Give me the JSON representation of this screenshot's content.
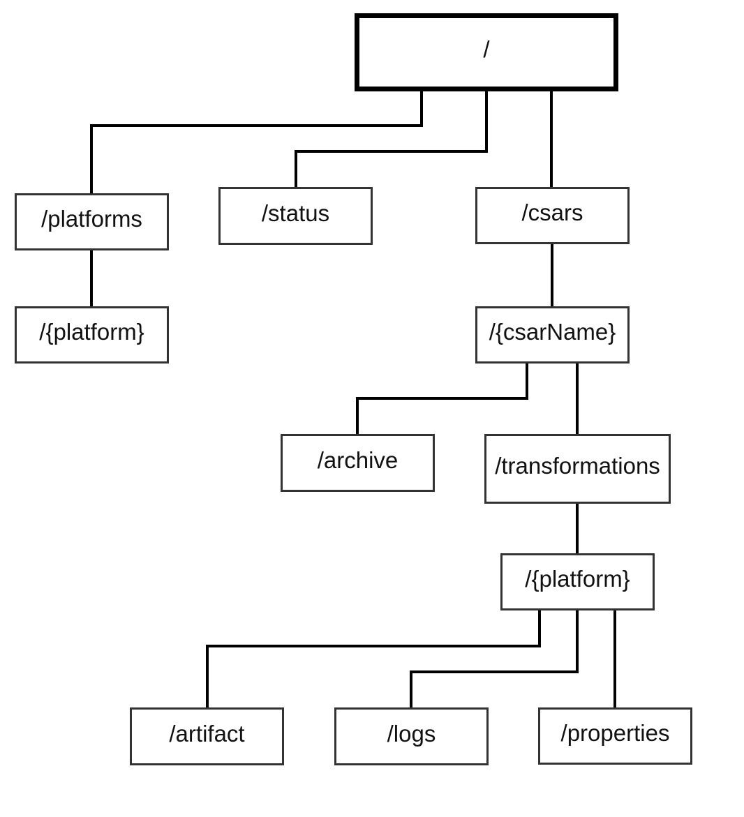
{
  "diagram": {
    "nodes": [
      {
        "id": "root",
        "label": "/"
      },
      {
        "id": "platforms",
        "label": "/platforms"
      },
      {
        "id": "status",
        "label": "/status"
      },
      {
        "id": "csars",
        "label": "/csars"
      },
      {
        "id": "platform-left",
        "label": "/{platform}"
      },
      {
        "id": "csarName",
        "label": "/{csarName}"
      },
      {
        "id": "archive",
        "label": "/archive"
      },
      {
        "id": "transformations",
        "label": "/transformations"
      },
      {
        "id": "platform-right",
        "label": "/{platform}"
      },
      {
        "id": "artifact",
        "label": "/artifact"
      },
      {
        "id": "logs",
        "label": "/logs"
      },
      {
        "id": "properties",
        "label": "/properties"
      }
    ],
    "edges": [
      {
        "from": "root",
        "to": "platforms"
      },
      {
        "from": "root",
        "to": "status"
      },
      {
        "from": "root",
        "to": "csars"
      },
      {
        "from": "platforms",
        "to": "platform-left"
      },
      {
        "from": "csars",
        "to": "csarName"
      },
      {
        "from": "csarName",
        "to": "archive"
      },
      {
        "from": "csarName",
        "to": "transformations"
      },
      {
        "from": "transformations",
        "to": "platform-right"
      },
      {
        "from": "platform-right",
        "to": "artifact"
      },
      {
        "from": "platform-right",
        "to": "logs"
      },
      {
        "from": "platform-right",
        "to": "properties"
      }
    ],
    "colors": {
      "edge": "#000000",
      "node_border": "#333333",
      "root_border": "#000000"
    }
  }
}
